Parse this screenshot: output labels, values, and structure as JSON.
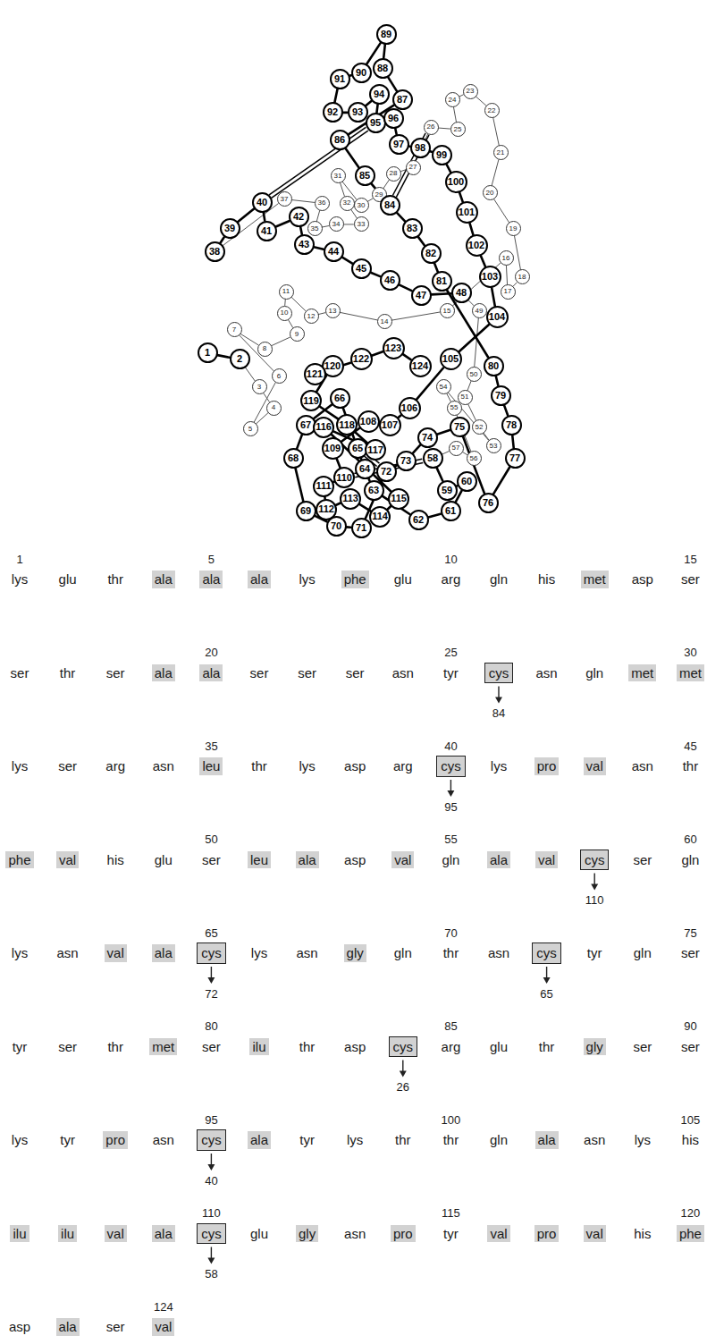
{
  "diagram": {
    "nodes": [
      {
        "text": [
          "1"
        ]
      },
      {
        "text": [
          "2"
        ]
      },
      {
        "text": [
          "3"
        ]
      },
      {
        "text": [
          "4"
        ]
      },
      {
        "text": [
          "5"
        ]
      },
      {
        "text": [
          "6"
        ]
      },
      {
        "text": [
          "7"
        ]
      },
      {
        "text": [
          "8"
        ]
      },
      {
        "text": [
          "9"
        ]
      },
      {
        "text": [
          "10"
        ]
      },
      {
        "text": [
          "11"
        ]
      },
      {
        "text": [
          "12"
        ]
      },
      {
        "text": [
          "13"
        ]
      },
      {
        "text": [
          "14"
        ]
      },
      {
        "text": [
          "15"
        ]
      },
      {
        "text": [
          "16"
        ]
      },
      {
        "text": [
          "17"
        ]
      },
      {
        "text": [
          "18"
        ]
      },
      {
        "text": [
          "19"
        ]
      },
      {
        "text": [
          "20"
        ]
      },
      {
        "text": [
          "21"
        ]
      },
      {
        "text": [
          "22"
        ]
      },
      {
        "text": [
          "23"
        ]
      },
      {
        "text": [
          "24"
        ]
      },
      {
        "text": [
          "25"
        ]
      },
      {
        "text": [
          "26"
        ]
      },
      {
        "text": [
          "27"
        ]
      },
      {
        "text": [
          "28"
        ]
      },
      {
        "text": [
          "29"
        ]
      },
      {
        "text": [
          "30"
        ]
      },
      {
        "text": [
          "31"
        ]
      },
      {
        "text": [
          "32"
        ]
      },
      {
        "text": [
          "33"
        ]
      },
      {
        "text": [
          "34"
        ]
      },
      {
        "text": [
          "35"
        ]
      },
      {
        "text": [
          "36"
        ]
      },
      {
        "text": [
          "37"
        ]
      },
      {
        "text": [
          "38"
        ]
      },
      {
        "text": [
          "39"
        ]
      },
      {
        "text": [
          "40"
        ]
      },
      {
        "text": [
          "41"
        ]
      },
      {
        "text": [
          "42"
        ]
      },
      {
        "text": [
          "43"
        ]
      },
      {
        "text": [
          "44"
        ]
      },
      {
        "text": [
          "45"
        ]
      },
      {
        "text": [
          "46"
        ]
      },
      {
        "text": [
          "47"
        ]
      },
      {
        "text": [
          "48"
        ]
      },
      {
        "text": [
          "49"
        ]
      },
      {
        "text": [
          "50"
        ]
      },
      {
        "text": [
          "51"
        ]
      },
      {
        "text": [
          "52"
        ]
      },
      {
        "text": [
          "53"
        ]
      },
      {
        "text": [
          "54"
        ]
      },
      {
        "text": [
          "55"
        ]
      },
      {
        "text": [
          "56"
        ]
      },
      {
        "text": [
          "57"
        ]
      },
      {
        "text": [
          "58"
        ]
      },
      {
        "text": [
          "59"
        ]
      },
      {
        "text": [
          "60"
        ]
      },
      {
        "text": [
          "61"
        ]
      },
      {
        "text": [
          "62"
        ]
      },
      {
        "text": [
          "63"
        ]
      },
      {
        "text": [
          "64"
        ]
      },
      {
        "text": [
          "65"
        ]
      },
      {
        "text": [
          "66"
        ]
      },
      {
        "text": [
          "67"
        ]
      },
      {
        "text": [
          "68"
        ]
      },
      {
        "text": [
          "69"
        ]
      },
      {
        "text": [
          "70"
        ]
      },
      {
        "text": [
          "71"
        ]
      },
      {
        "text": [
          "72"
        ]
      },
      {
        "text": [
          "73"
        ]
      },
      {
        "text": [
          "74"
        ]
      },
      {
        "text": [
          "75"
        ]
      },
      {
        "text": [
          "76"
        ]
      },
      {
        "text": [
          "77"
        ]
      },
      {
        "text": [
          "78"
        ]
      },
      {
        "text": [
          "79"
        ]
      },
      {
        "text": [
          "80"
        ]
      },
      {
        "text": [
          "81"
        ]
      },
      {
        "text": [
          "82"
        ]
      },
      {
        "text": [
          "83"
        ]
      },
      {
        "text": [
          "84"
        ]
      },
      {
        "text": [
          "85"
        ]
      },
      {
        "text": [
          "86"
        ]
      },
      {
        "text": [
          "87"
        ]
      },
      {
        "text": [
          "88"
        ]
      },
      {
        "text": [
          "89"
        ]
      },
      {
        "text": [
          "90"
        ]
      },
      {
        "text": [
          "91"
        ]
      },
      {
        "text": [
          "92"
        ]
      },
      {
        "text": [
          "93"
        ]
      },
      {
        "text": [
          "94"
        ]
      },
      {
        "text": [
          "95"
        ]
      },
      {
        "text": [
          "96"
        ]
      },
      {
        "text": [
          "97"
        ]
      },
      {
        "text": [
          "98"
        ]
      },
      {
        "text": [
          "99"
        ]
      },
      {
        "text": [
          "100"
        ]
      },
      {
        "text": [
          "101"
        ]
      },
      {
        "text": [
          "102"
        ]
      },
      {
        "text": [
          "103"
        ]
      },
      {
        "text": [
          "104"
        ]
      },
      {
        "text": [
          "105"
        ]
      },
      {
        "text": [
          "106"
        ]
      },
      {
        "text": [
          "107"
        ]
      },
      {
        "text": [
          "108"
        ]
      },
      {
        "text": [
          "109"
        ]
      },
      {
        "text": [
          "110"
        ]
      },
      {
        "text": [
          "111"
        ]
      },
      {
        "text": [
          "112"
        ]
      },
      {
        "text": [
          "113"
        ]
      },
      {
        "text": [
          "114"
        ]
      },
      {
        "text": [
          "115"
        ]
      },
      {
        "text": [
          "116"
        ]
      },
      {
        "text": [
          "117"
        ]
      },
      {
        "text": [
          "118"
        ]
      },
      {
        "text": [
          "119"
        ]
      },
      {
        "text": [
          "120"
        ]
      },
      {
        "text": [
          "121"
        ]
      },
      {
        "text": [
          "122"
        ]
      },
      {
        "text": [
          "123"
        ]
      },
      {
        "text": [
          "124"
        ]
      }
    ],
    "edges": [
      {
        "from": 0,
        "to": 1,
        "arrow": "none"
      },
      {
        "from": 1,
        "to": 2,
        "arrow": "none"
      },
      {
        "from": 2,
        "to": 3,
        "arrow": "none"
      },
      {
        "from": 3,
        "to": 4,
        "arrow": "none"
      },
      {
        "from": 4,
        "to": 5,
        "arrow": "none"
      },
      {
        "from": 5,
        "to": 6,
        "arrow": "none"
      },
      {
        "from": 6,
        "to": 7,
        "arrow": "none"
      },
      {
        "from": 7,
        "to": 8,
        "arrow": "none"
      },
      {
        "from": 8,
        "to": 9,
        "arrow": "none"
      },
      {
        "from": 9,
        "to": 10,
        "arrow": "none"
      },
      {
        "from": 10,
        "to": 11,
        "arrow": "none"
      },
      {
        "from": 11,
        "to": 12,
        "arrow": "none"
      },
      {
        "from": 12,
        "to": 13,
        "arrow": "none"
      },
      {
        "from": 13,
        "to": 14,
        "arrow": "none"
      },
      {
        "from": 14,
        "to": 15,
        "arrow": "none"
      },
      {
        "from": 15,
        "to": 16,
        "arrow": "none"
      },
      {
        "from": 16,
        "to": 17,
        "arrow": "none"
      },
      {
        "from": 17,
        "to": 18,
        "arrow": "none"
      },
      {
        "from": 18,
        "to": 19,
        "arrow": "none"
      },
      {
        "from": 19,
        "to": 20,
        "arrow": "none"
      },
      {
        "from": 20,
        "to": 21,
        "arrow": "none"
      },
      {
        "from": 21,
        "to": 22,
        "arrow": "none"
      },
      {
        "from": 22,
        "to": 23,
        "arrow": "none"
      },
      {
        "from": 23,
        "to": 24,
        "arrow": "none"
      },
      {
        "from": 24,
        "to": 25,
        "arrow": "none"
      },
      {
        "from": 25,
        "to": 26,
        "arrow": "none"
      },
      {
        "from": 26,
        "to": 27,
        "arrow": "none"
      },
      {
        "from": 27,
        "to": 28,
        "arrow": "none"
      },
      {
        "from": 28,
        "to": 29,
        "arrow": "none"
      },
      {
        "from": 29,
        "to": 30,
        "arrow": "none"
      },
      {
        "from": 30,
        "to": 31,
        "arrow": "none"
      },
      {
        "from": 31,
        "to": 32,
        "arrow": "none"
      },
      {
        "from": 32,
        "to": 33,
        "arrow": "none"
      },
      {
        "from": 33,
        "to": 34,
        "arrow": "none"
      },
      {
        "from": 34,
        "to": 35,
        "arrow": "none"
      },
      {
        "from": 35,
        "to": 36,
        "arrow": "none"
      },
      {
        "from": 36,
        "to": 37,
        "arrow": "none"
      },
      {
        "from": 37,
        "to": 38,
        "arrow": "none"
      },
      {
        "from": 38,
        "to": 39,
        "arrow": "none"
      },
      {
        "from": 39,
        "to": 40,
        "arrow": "none"
      },
      {
        "from": 40,
        "to": 41,
        "arrow": "none"
      },
      {
        "from": 41,
        "to": 42,
        "arrow": "none"
      },
      {
        "from": 42,
        "to": 43,
        "arrow": "none"
      },
      {
        "from": 43,
        "to": 44,
        "arrow": "none"
      },
      {
        "from": 44,
        "to": 45,
        "arrow": "none"
      },
      {
        "from": 45,
        "to": 46,
        "arrow": "none"
      },
      {
        "from": 46,
        "to": 47,
        "arrow": "none"
      },
      {
        "from": 47,
        "to": 48,
        "arrow": "none"
      },
      {
        "from": 48,
        "to": 49,
        "arrow": "none"
      },
      {
        "from": 49,
        "to": 50,
        "arrow": "none"
      },
      {
        "from": 50,
        "to": 51,
        "arrow": "none"
      },
      {
        "from": 51,
        "to": 52,
        "arrow": "none"
      },
      {
        "from": 52,
        "to": 53,
        "arrow": "none"
      },
      {
        "from": 53,
        "to": 54,
        "arrow": "none"
      },
      {
        "from": 54,
        "to": 55,
        "arrow": "none"
      },
      {
        "from": 55,
        "to": 56,
        "arrow": "none"
      },
      {
        "from": 56,
        "to": 57,
        "arrow": "none"
      },
      {
        "from": 57,
        "to": 58,
        "arrow": "none"
      },
      {
        "from": 58,
        "to": 59,
        "arrow": "none"
      },
      {
        "from": 59,
        "to": 60,
        "arrow": "none"
      },
      {
        "from": 60,
        "to": 61,
        "arrow": "none"
      },
      {
        "from": 61,
        "to": 62,
        "arrow": "none"
      },
      {
        "from": 62,
        "to": 63,
        "arrow": "none"
      },
      {
        "from": 63,
        "to": 64,
        "arrow": "none"
      },
      {
        "from": 64,
        "to": 65,
        "arrow": "none"
      },
      {
        "from": 65,
        "to": 66,
        "arrow": "none"
      },
      {
        "from": 66,
        "to": 67,
        "arrow": "none"
      },
      {
        "from": 67,
        "to": 68,
        "arrow": "none"
      },
      {
        "from": 68,
        "to": 69,
        "arrow": "none"
      },
      {
        "from": 69,
        "to": 70,
        "arrow": "none"
      },
      {
        "from": 70,
        "to": 71,
        "arrow": "none"
      },
      {
        "from": 71,
        "to": 72,
        "arrow": "none"
      },
      {
        "from": 72,
        "to": 73,
        "arrow": "none"
      },
      {
        "from": 73,
        "to": 74,
        "arrow": "none"
      },
      {
        "from": 74,
        "to": 75,
        "arrow": "none"
      },
      {
        "from": 75,
        "to": 76,
        "arrow": "none"
      },
      {
        "from": 76,
        "to": 77,
        "arrow": "none"
      },
      {
        "from": 77,
        "to": 78,
        "arrow": "none"
      },
      {
        "from": 78,
        "to": 79,
        "arrow": "none"
      },
      {
        "from": 79,
        "to": 80,
        "arrow": "none"
      },
      {
        "from": 80,
        "to": 81,
        "arrow": "none"
      },
      {
        "from": 81,
        "to": 82,
        "arrow": "none"
      },
      {
        "from": 82,
        "to": 83,
        "arrow": "none"
      },
      {
        "from": 83,
        "to": 84,
        "arrow": "none"
      },
      {
        "from": 84,
        "to": 85,
        "arrow": "none"
      },
      {
        "from": 85,
        "to": 86,
        "arrow": "none"
      },
      {
        "from": 86,
        "to": 87,
        "arrow": "none"
      },
      {
        "from": 87,
        "to": 88,
        "arrow": "none"
      },
      {
        "from": 88,
        "to": 89,
        "arrow": "none"
      },
      {
        "from": 89,
        "to": 90,
        "arrow": "none"
      },
      {
        "from": 90,
        "to": 91,
        "arrow": "none"
      },
      {
        "from": 91,
        "to": 92,
        "arrow": "none"
      },
      {
        "from": 92,
        "to": 93,
        "arrow": "none"
      },
      {
        "from": 93,
        "to": 94,
        "arrow": "none"
      },
      {
        "from": 94,
        "to": 95,
        "arrow": "none"
      },
      {
        "from": 95,
        "to": 96,
        "arrow": "none"
      },
      {
        "from": 96,
        "to": 97,
        "arrow": "none"
      },
      {
        "from": 97,
        "to": 98,
        "arrow": "none"
      },
      {
        "from": 98,
        "to": 99,
        "arrow": "none"
      },
      {
        "from": 99,
        "to": 100,
        "arrow": "none"
      },
      {
        "from": 100,
        "to": 101,
        "arrow": "none"
      },
      {
        "from": 101,
        "to": 102,
        "arrow": "none"
      },
      {
        "from": 102,
        "to": 103,
        "arrow": "none"
      },
      {
        "from": 103,
        "to": 104,
        "arrow": "none"
      },
      {
        "from": 104,
        "to": 105,
        "arrow": "none"
      },
      {
        "from": 105,
        "to": 106,
        "arrow": "none"
      },
      {
        "from": 106,
        "to": 107,
        "arrow": "none"
      },
      {
        "from": 107,
        "to": 108,
        "arrow": "none"
      },
      {
        "from": 108,
        "to": 109,
        "arrow": "none"
      },
      {
        "from": 109,
        "to": 110,
        "arrow": "none"
      },
      {
        "from": 110,
        "to": 111,
        "arrow": "none"
      },
      {
        "from": 111,
        "to": 112,
        "arrow": "none"
      },
      {
        "from": 112,
        "to": 113,
        "arrow": "none"
      },
      {
        "from": 113,
        "to": 114,
        "arrow": "none"
      },
      {
        "from": 114,
        "to": 115,
        "arrow": "none"
      },
      {
        "from": 115,
        "to": 116,
        "arrow": "none"
      },
      {
        "from": 116,
        "to": 117,
        "arrow": "none"
      },
      {
        "from": 117,
        "to": 118,
        "arrow": "none"
      },
      {
        "from": 118,
        "to": 119,
        "arrow": "none"
      },
      {
        "from": 119,
        "to": 120,
        "arrow": "none"
      },
      {
        "from": 120,
        "to": 121,
        "arrow": "none"
      },
      {
        "from": 121,
        "to": 122,
        "arrow": "none"
      },
      {
        "from": 122,
        "to": 123,
        "arrow": "none"
      },
      {
        "from": 25,
        "to": 83,
        "arrow": "none"
      },
      {
        "from": 39,
        "to": 94,
        "arrow": "none"
      },
      {
        "from": 57,
        "to": 109,
        "arrow": "none"
      },
      {
        "from": 64,
        "to": 71,
        "arrow": "none"
      }
    ],
    "labels": [
      "1",
      "5",
      "10",
      "15",
      "lys",
      "glu",
      "thr",
      "ala",
      "ala",
      "ala",
      "lys",
      "phe",
      "glu",
      "arg",
      "gln",
      "his",
      "met",
      "asp",
      "ser",
      "20",
      "25",
      "30",
      "ser",
      "thr",
      "ser",
      "ala",
      "ala",
      "ser",
      "ser",
      "ser",
      "asn",
      "tyr",
      "cys",
      "asn",
      "gln",
      "met",
      "met",
      "84",
      "35",
      "40",
      "45",
      "lys",
      "ser",
      "arg",
      "asn",
      "leu",
      "thr",
      "lys",
      "asp",
      "arg",
      "cys",
      "lys",
      "pro",
      "val",
      "asn",
      "thr",
      "95",
      "50",
      "55",
      "60",
      "phe",
      "val",
      "his",
      "glu",
      "ser",
      "leu",
      "ala",
      "asp",
      "val",
      "gln",
      "ala",
      "val",
      "cys",
      "ser",
      "gln",
      "110",
      "65",
      "70",
      "75",
      "lys",
      "asn",
      "val",
      "ala",
      "cys",
      "lys",
      "asn",
      "gly",
      "gln",
      "thr",
      "asn",
      "cys",
      "tyr",
      "gln",
      "ser",
      "72",
      "65",
      "80",
      "85",
      "90",
      "tyr",
      "ser",
      "thr",
      "met",
      "ser",
      "ilu",
      "thr",
      "asp",
      "cys",
      "arg",
      "glu",
      "thr",
      "gly",
      "ser",
      "ser",
      "26",
      "95",
      "100",
      "105",
      "lys",
      "tyr",
      "pro",
      "asn",
      "cys",
      "ala",
      "tyr",
      "lys",
      "thr",
      "thr",
      "gln",
      "ala",
      "asn",
      "lys",
      "his",
      "40",
      "110",
      "115",
      "120",
      "ilu",
      "ilu",
      "val",
      "ala",
      "cys",
      "glu",
      "gly",
      "asn",
      "pro",
      "tyr",
      "val",
      "pro",
      "val",
      "his",
      "phe",
      "58",
      "124",
      "asp",
      "ala",
      "ser",
      "val"
    ]
  }
}
